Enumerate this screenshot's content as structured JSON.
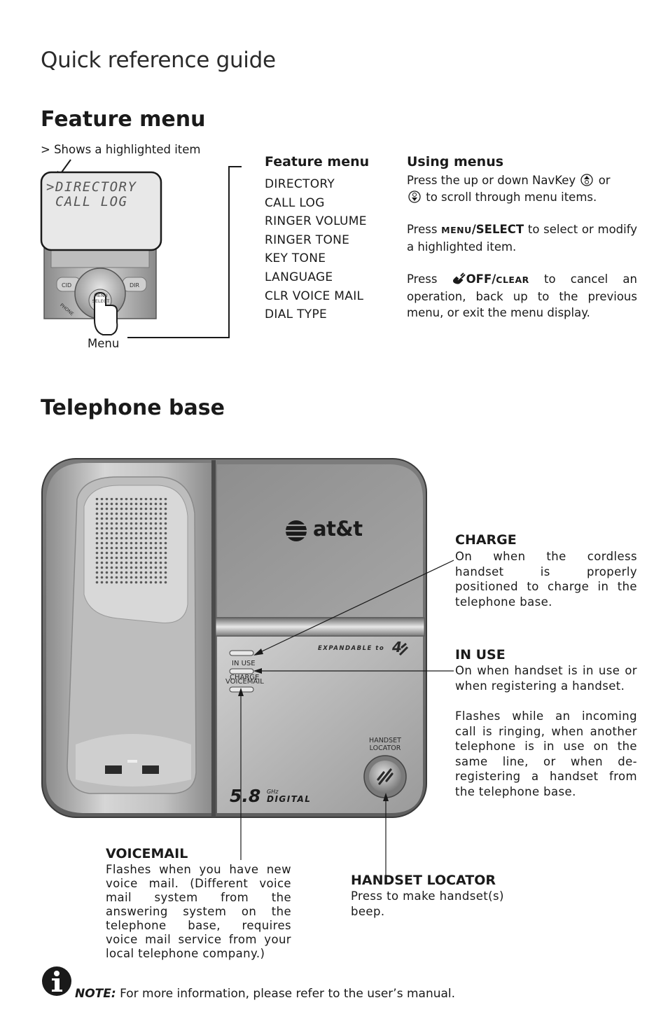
{
  "page": {
    "title": "Quick reference guide"
  },
  "feature_menu": {
    "heading": "Feature menu",
    "highlight_note": "> Shows a highlighted item",
    "lcd_line1": ">DIRECTORY",
    "lcd_line2": " CALL LOG",
    "menu_label": "Menu",
    "phone_keys": {
      "cid": "CID",
      "dir": "DIR",
      "menu_select": "MENU SELECT",
      "phone": "PHONE"
    },
    "list_heading": "Feature menu",
    "items": [
      "DIRECTORY",
      "CALL LOG",
      "RINGER VOLUME",
      "RINGER TONE",
      "KEY TONE",
      "LANGUAGE",
      "CLR VOICE MAIL",
      "DIAL TYPE"
    ]
  },
  "using_menus": {
    "heading": "Using menus",
    "p1_a": "Press the up or down NavKey",
    "p1_b": "or",
    "p1_c": "to scroll through menu items.",
    "p2_a": "Press",
    "p2_key_small": "MENU",
    "p2_key_main": "/SELECT",
    "p2_b": "to select or modify a highlighted item.",
    "p3_a": "Press",
    "p3_key_main": "OFF/",
    "p3_key_small": "CLEAR",
    "p3_b": "to cancel an operation, back up to the previous menu, or exit the menu display."
  },
  "telephone_base": {
    "heading": "Telephone base",
    "brand": "at&t",
    "badge_expandable": "EXPANDABLE to",
    "badge_number": "4",
    "digital_number": "5.8",
    "digital_unit": "GHz",
    "digital_word": "DIGITAL",
    "led_charge": "CHARGE",
    "led_in_use": "IN USE",
    "led_voicemail": "VOICEMAIL",
    "locator_line1": "HANDSET",
    "locator_line2": "LOCATOR"
  },
  "callouts": {
    "charge": {
      "title": "CHARGE",
      "text": "On when the cordless handset is properly positioned to charge in the telephone base."
    },
    "in_use": {
      "title": "IN USE",
      "text1": "On when handset is in use or when registering a handset.",
      "text2": "Flashes while an incoming call is ringing, when another telephone is in use on the same line, or when de-registering a handset from the telephone base."
    },
    "voicemail": {
      "title": "VOICEMAIL",
      "text": "Flashes when you have new voice mail. (Different voice mail system from the answering system on the telephone base, requires voice mail service from your local telephone company.)"
    },
    "handset_locator": {
      "title": "HANDSET LOCATOR",
      "text": "Press to make handset(s) beep."
    }
  },
  "note": {
    "label": "NOTE:",
    "text": "For more information, please refer to the user’s manual."
  },
  "colors": {
    "text": "#1a1a1a",
    "device_dark": "#6b6b6b",
    "device_light": "#d9d9d9"
  }
}
